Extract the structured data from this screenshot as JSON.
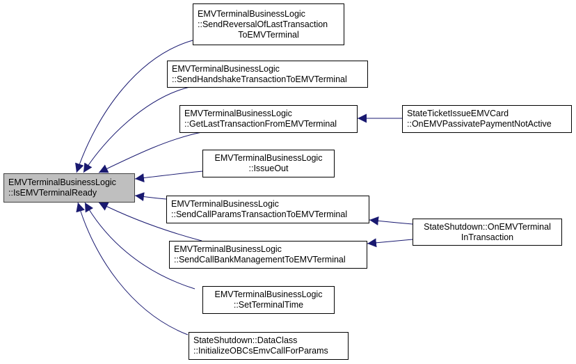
{
  "diagram": {
    "type": "doxygen-caller-graph",
    "edge_color": "#191970",
    "center_fill": "#bfbfbf",
    "nodes": [
      {
        "id": "center",
        "lines": [
          "EMVTerminalBusinessLogic",
          "::IsEMVTerminalReady"
        ],
        "role": "focus"
      },
      {
        "id": "sendReversal",
        "lines": [
          "EMVTerminalBusinessLogic",
          "::SendReversalOfLastTransaction",
          "ToEMVTerminal"
        ]
      },
      {
        "id": "sendHandshake",
        "lines": [
          "EMVTerminalBusinessLogic",
          "::SendHandshakeTransactionToEMVTerminal"
        ]
      },
      {
        "id": "getLast",
        "lines": [
          "EMVTerminalBusinessLogic",
          "::GetLastTransactionFromEMVTerminal"
        ]
      },
      {
        "id": "issueOut",
        "lines": [
          "EMVTerminalBusinessLogic",
          "::IssueOut"
        ]
      },
      {
        "id": "sendCallParams",
        "lines": [
          "EMVTerminalBusinessLogic",
          "::SendCallParamsTransactionToEMVTerminal"
        ]
      },
      {
        "id": "sendCallBank",
        "lines": [
          "EMVTerminalBusinessLogic",
          "::SendCallBankManagementToEMVTerminal"
        ]
      },
      {
        "id": "setTerminalTime",
        "lines": [
          "EMVTerminalBusinessLogic",
          "::SetTerminalTime"
        ]
      },
      {
        "id": "initOBCs",
        "lines": [
          "StateShutdown::DataClass",
          "::InitializeOBCsEmvCallForParams"
        ]
      },
      {
        "id": "stateTicket",
        "lines": [
          "StateTicketIssueEMVCard",
          "::OnEMVPassivatePaymentNotActive"
        ]
      },
      {
        "id": "stateShutdownInTx",
        "lines": [
          "StateShutdown::OnEMVTerminal",
          "InTransaction"
        ]
      }
    ],
    "edges": [
      {
        "from": "sendReversal",
        "to": "center"
      },
      {
        "from": "sendHandshake",
        "to": "center"
      },
      {
        "from": "getLast",
        "to": "center"
      },
      {
        "from": "issueOut",
        "to": "center"
      },
      {
        "from": "sendCallParams",
        "to": "center"
      },
      {
        "from": "sendCallBank",
        "to": "center"
      },
      {
        "from": "setTerminalTime",
        "to": "center"
      },
      {
        "from": "initOBCs",
        "to": "center"
      },
      {
        "from": "stateTicket",
        "to": "getLast"
      },
      {
        "from": "stateShutdownInTx",
        "to": "sendCallParams"
      },
      {
        "from": "stateShutdownInTx",
        "to": "sendCallBank"
      }
    ]
  }
}
